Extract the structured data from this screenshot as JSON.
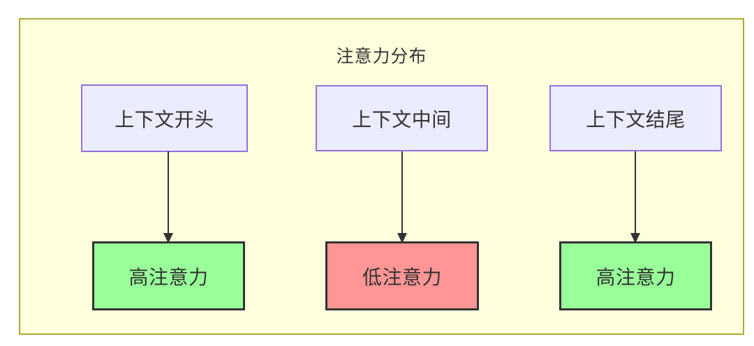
{
  "diagram": {
    "title": "注意力分布",
    "columns": [
      {
        "source": "上下文开头",
        "target": "高注意力",
        "attention": "high"
      },
      {
        "source": "上下文中间",
        "target": "低注意力",
        "attention": "low"
      },
      {
        "source": "上下文结尾",
        "target": "高注意力",
        "attention": "high"
      }
    ],
    "colors": {
      "container_bg": "#ffffde",
      "container_border": "#aaaa33",
      "source_bg": "#ececff",
      "source_border": "#9370db",
      "high_attention_bg": "#99ff99",
      "low_attention_bg": "#ff9595",
      "target_border": "#333333",
      "arrow": "#333333",
      "text": "#333333"
    }
  }
}
